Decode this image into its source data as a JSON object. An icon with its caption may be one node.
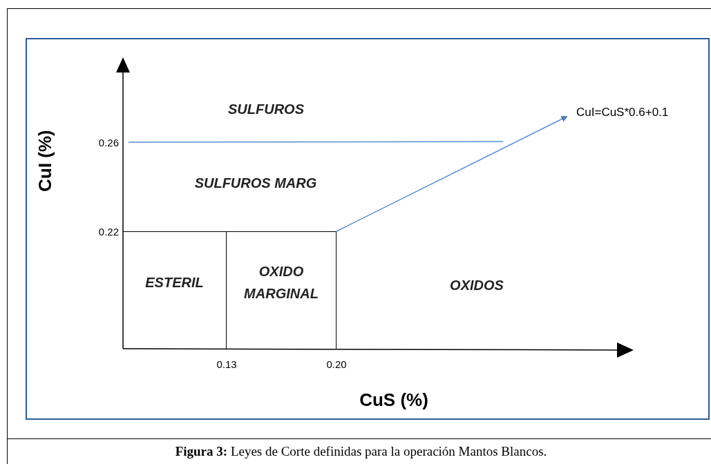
{
  "diagram": {
    "caption": "**Figura 3:** Leyes de Corte definidas para la operación Mantos Blancos.",
    "nodes": [
      {
        "text": [
          "ESTERIL"
        ]
      },
      {
        "text": [
          "OXIDO MARGINAL"
        ]
      },
      {
        "text": [
          "CuI=CuS*0.6+0.1"
        ]
      }
    ],
    "edges": [
      {
        "from": 1,
        "to": 2,
        "arrow": "to"
      }
    ],
    "labels": [
      "SULFUROS",
      "0.26",
      "SULFUROS MARG",
      "0.22",
      "OXIDOS",
      "0.13",
      "0.20",
      "CuI (%)",
      "CuS (%)"
    ]
  }
}
